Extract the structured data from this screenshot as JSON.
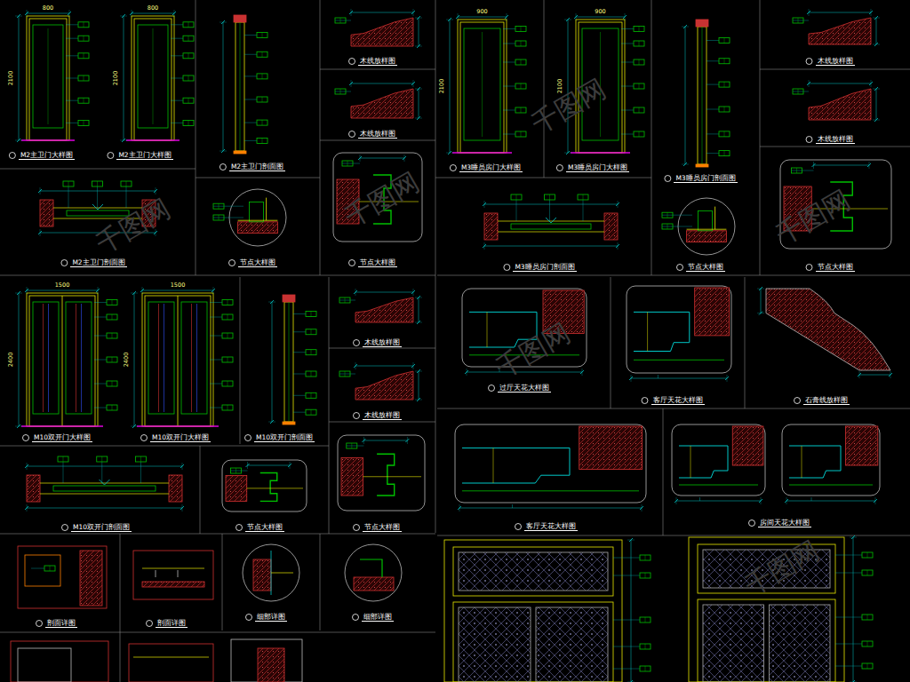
{
  "diagram": {
    "nodes": [
      {
        "text": [
          "M2主卫门大样图"
        ]
      },
      {
        "text": [
          "M2主卫门大样图"
        ]
      },
      {
        "text": [
          "M2主卫门剖面图"
        ]
      },
      {
        "text": [
          "木线放样图"
        ]
      },
      {
        "text": [
          "木线放样图"
        ]
      },
      {
        "text": [
          "M2主卫门剖面图"
        ]
      },
      {
        "text": [
          "节点大样图"
        ]
      },
      {
        "text": [
          "节点大样图"
        ]
      },
      {
        "text": [
          "M3睡员房门大样图"
        ]
      },
      {
        "text": [
          "M3睡员房门大样图"
        ]
      },
      {
        "text": [
          "M3睡员房门剖面图"
        ]
      },
      {
        "text": [
          "木线放样图"
        ]
      },
      {
        "text": [
          "木线放样图"
        ]
      },
      {
        "text": [
          "M3睡员房门剖面图"
        ]
      },
      {
        "text": [
          "节点大样图"
        ]
      },
      {
        "text": [
          "节点大样图"
        ]
      },
      {
        "text": [
          "M10双开门大样图"
        ]
      },
      {
        "text": [
          "M10双开门大样图"
        ]
      },
      {
        "text": [
          "M10双开门剖面图"
        ]
      },
      {
        "text": [
          "木线放样图"
        ]
      },
      {
        "text": [
          "木线放样图"
        ]
      },
      {
        "text": [
          "M10双开门剖面图"
        ]
      },
      {
        "text": [
          "节点大样图"
        ]
      },
      {
        "text": [
          "节点大样图"
        ]
      },
      {
        "text": [
          "过厅天花大样图"
        ]
      },
      {
        "text": [
          "客厅天花大样图"
        ]
      },
      {
        "text": [
          "石膏线放样图"
        ]
      },
      {
        "text": [
          "客厅天花大样图"
        ]
      },
      {
        "text": [
          "房间天花大样图"
        ]
      },
      {
        "text": [
          "剖面详图"
        ]
      },
      {
        "text": [
          "剖面详图"
        ]
      },
      {
        "text": [
          "细部详图"
        ]
      },
      {
        "text": [
          "细部详图"
        ]
      }
    ],
    "labels": [
      "千图网",
      "千图网",
      "千图网",
      "千图网",
      "千图网",
      "千图网",
      "2100",
      "2100",
      "2100",
      "2100",
      "2400",
      "2400",
      "800",
      "800",
      "900",
      "900",
      "1500",
      "1500"
    ]
  }
}
